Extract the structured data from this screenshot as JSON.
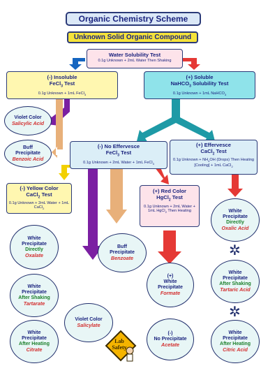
{
  "title": "Organic Chemistry Scheme",
  "subtitle": "Unknown Solid Organic Compound",
  "water_test": {
    "title": "Water Solubility Test",
    "detail": "0.1g Unknown + 2mL Water Then Shaking"
  },
  "insoluble": {
    "line1": "(-) Insoluble",
    "line2": "FeCl",
    "sub": "3",
    "line2b": " Test",
    "detail": "0.1g Unknown + 1mL FeCl",
    "detail_sub": "3"
  },
  "soluble": {
    "line1": "(+) Soluble",
    "line2": "NaHCO",
    "sub": "3",
    "line2b": " Solubility Test",
    "detail": "0.1g Unknown + 1mL NaHCO",
    "detail_sub": "3"
  },
  "no_eff": {
    "line1": "(-) No Effervesce",
    "line2": "FeCl",
    "sub": "3",
    "line2b": " Test",
    "detail": "0.1g Unknown + 2mL Water + 1mL FeCl",
    "detail_sub": "3"
  },
  "eff": {
    "line1": "(+) Effervesce",
    "line2": "CaCl",
    "sub": "2",
    "line2b": " Test",
    "detail": "0.1g Unknown + NH",
    "detail_sub": "4",
    "detail2": "OH (Drops) Then Heating [Cooling] + 1mL CaCl",
    "detail2_sub": "2"
  },
  "yellow": {
    "line1": "(-) Yellow Color",
    "line2": "CaCl",
    "sub": "2",
    "line2b": " Test",
    "detail": "0.1g Unknown + 2mL Water + 1mL CaCl",
    "detail_sub": "2"
  },
  "redc": {
    "line1": "(+) Red Color",
    "line2": "HgCl",
    "sub": "2",
    "line2b": " Test",
    "detail": "0.1g Unknown + 2mL Water + 1mL HgCl",
    "detail_sub": "2",
    "detail2": " Then Heating"
  },
  "results": {
    "violet1": {
      "l1": "Violet Color",
      "name": "Salicylic Acid"
    },
    "buff1": {
      "l1": "Buff",
      "l2": "Precipitate",
      "name": "Benzoic Acid"
    },
    "white_direct_ox": {
      "l1": "White",
      "l2": "Precipitate",
      "l3": "Directly",
      "name": "Oxalate"
    },
    "white_shake_tart": {
      "l1": "White",
      "l2": "Precipitate",
      "l3": "After Shaking",
      "name": "Tartarate"
    },
    "white_heat_cit": {
      "l1": "White",
      "l2": "Precipitate",
      "l3": "After Heating",
      "name": "Citrate"
    },
    "violet2": {
      "l1": "Violet Color",
      "name": "Salicylate"
    },
    "buff2": {
      "l1": "Buff",
      "l2": "Precipitate",
      "name": "Benzoate"
    },
    "formate": {
      "l1": "(+)",
      "l2": "White",
      "l3": "Precipitate",
      "name": "Formate"
    },
    "acetate": {
      "l1": "(-)",
      "l2": "No Precipitate",
      "name": "Acetate"
    },
    "oxalic": {
      "l1": "White",
      "l2": "Precipitate",
      "l3": "Directly",
      "name": "Oxalic Acid"
    },
    "tartaric": {
      "l1": "White",
      "l2": "Precipitate",
      "l3": "After Shaking",
      "name": "Tartaric Acid"
    },
    "citric": {
      "l1": "White",
      "l2": "Precipitate",
      "l3": "After Heating",
      "name": "Citric Acid"
    }
  },
  "lab_safety": {
    "l1": "Lab",
    "l2": "Safety"
  },
  "colors": {
    "yellow_box": "#fff7b0",
    "cyan_box": "#8fe3ea",
    "pink_box": "#fde3ea",
    "purple": "#7b1fa2",
    "red": "#e53935",
    "teal": "#1e9aa6",
    "tan": "#e8b07a",
    "blue": "#1565c0"
  }
}
